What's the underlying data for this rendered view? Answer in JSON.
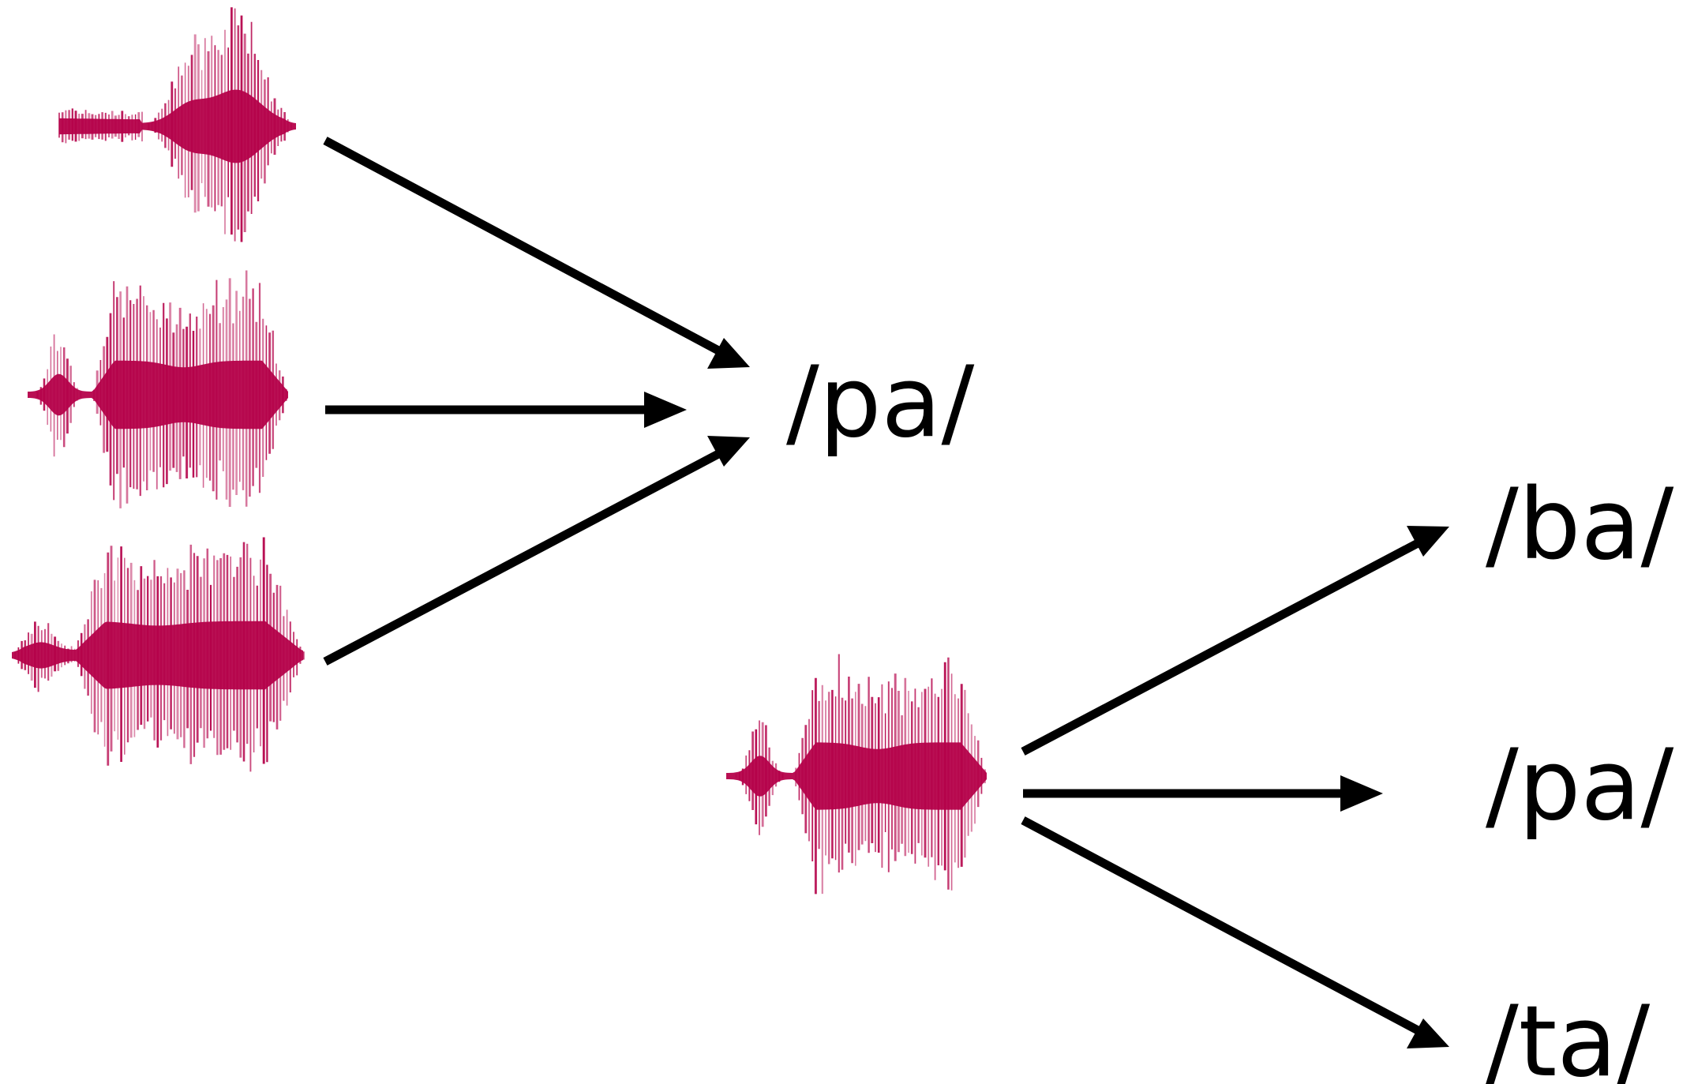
{
  "diagram": {
    "waveform_color": "#b5024a",
    "arrow_color": "#000000",
    "many_to_one": {
      "waveform_count": 3,
      "target_label": "/pa/"
    },
    "one_to_many": {
      "waveform_count": 1,
      "labels": [
        "/ba/",
        "/pa/",
        "/ta/"
      ]
    }
  }
}
